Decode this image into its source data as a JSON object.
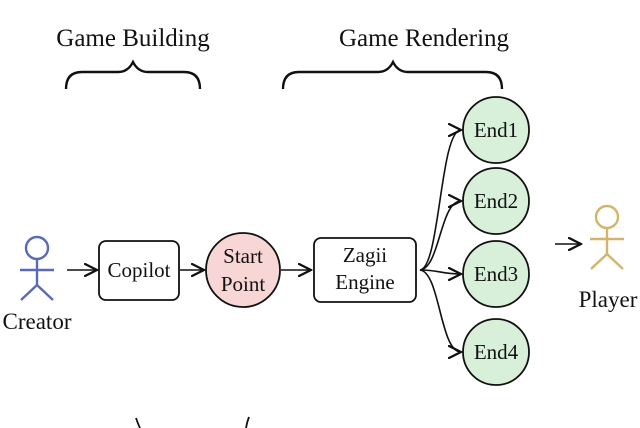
{
  "sections": {
    "building": "Game Building",
    "rendering": "Game Rendering"
  },
  "actors": {
    "creator": "Creator",
    "player": "Player"
  },
  "nodes": {
    "copilot": "Copilot",
    "start_line1": "Start",
    "start_line2": "Point",
    "engine_line1": "Zagii",
    "engine_line2": "Engine",
    "ends": [
      "End1",
      "End2",
      "End3",
      "End4"
    ]
  },
  "colors": {
    "creator_stroke": "#5a6ab8",
    "player_stroke": "#d4b46a",
    "start_fill": "#f8d6d6",
    "end_fill": "#d8f0da",
    "line": "#111111"
  },
  "icons": {
    "creator": "stick-figure-icon",
    "player": "stick-figure-icon"
  }
}
